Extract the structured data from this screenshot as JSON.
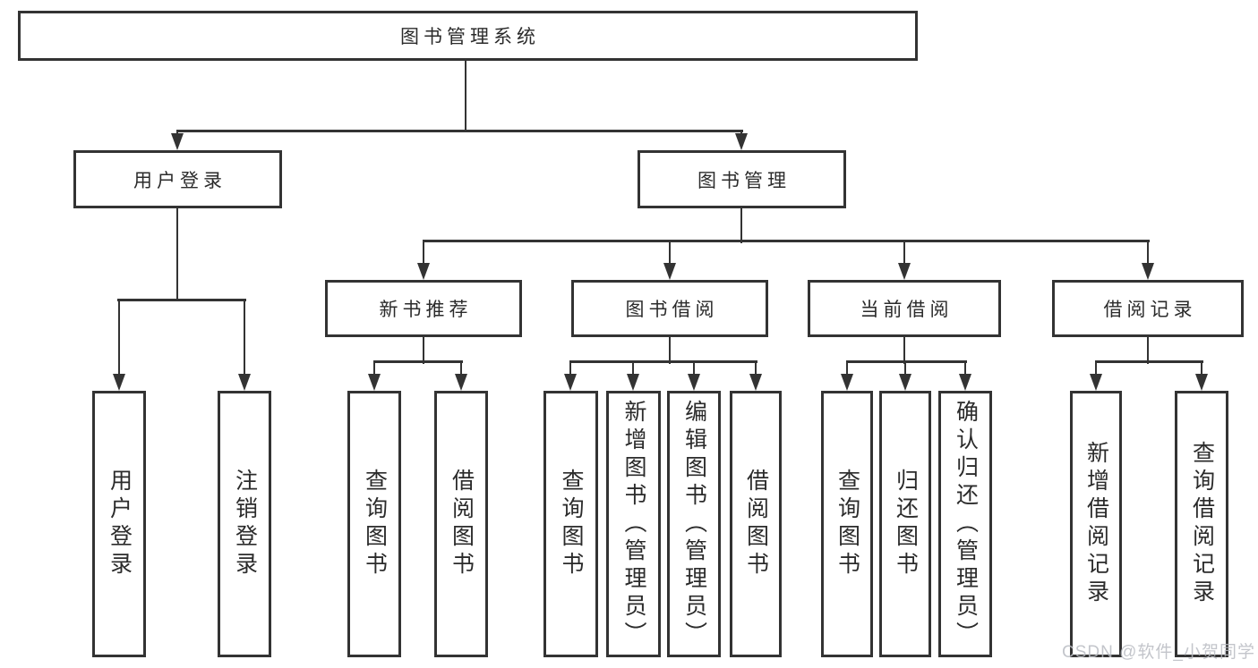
{
  "colors": {
    "line": "#333333",
    "text": "#2b2b2b",
    "background": "#ffffff",
    "watermark": "#b9bcc2"
  },
  "tree": {
    "root": {
      "label": "图书管理系统"
    },
    "branches": [
      {
        "label": "用户登录",
        "children": [
          {
            "label": "用户登录"
          },
          {
            "label": "注销登录"
          }
        ]
      },
      {
        "label": "图书管理",
        "children": [
          {
            "label": "新书推荐",
            "children": [
              {
                "label": "查询图书"
              },
              {
                "label": "借阅图书"
              }
            ]
          },
          {
            "label": "图书借阅",
            "children": [
              {
                "label": "查询图书"
              },
              {
                "label": "新增图书（管理员）"
              },
              {
                "label": "编辑图书（管理员）"
              },
              {
                "label": "借阅图书"
              }
            ]
          },
          {
            "label": "当前借阅",
            "children": [
              {
                "label": "查询图书"
              },
              {
                "label": "归还图书"
              },
              {
                "label": "确认归还（管理员）"
              }
            ]
          },
          {
            "label": "借阅记录",
            "children": [
              {
                "label": "新增借阅记录"
              },
              {
                "label": "查询借阅记录"
              }
            ]
          }
        ]
      }
    ]
  },
  "watermark": {
    "text": "CSDN @软件_小贺同学"
  }
}
